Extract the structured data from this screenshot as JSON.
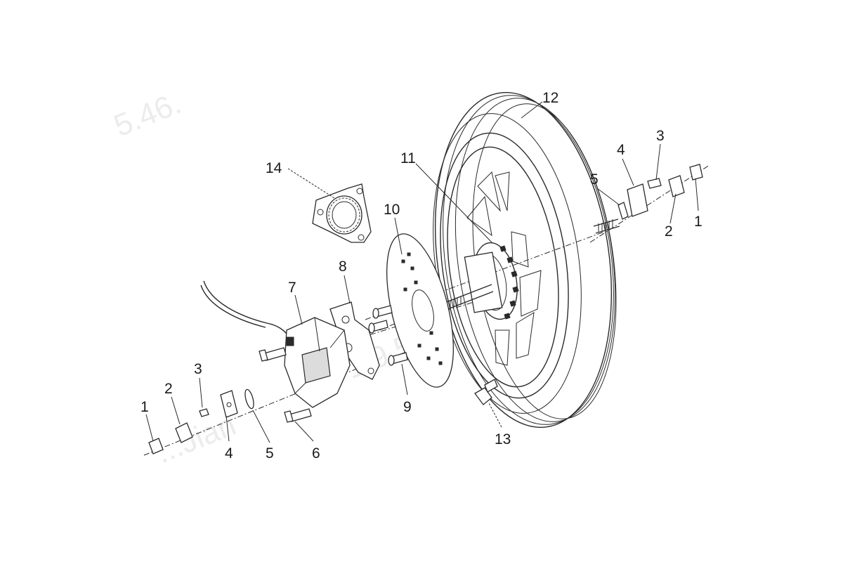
{
  "figure": {
    "callouts": [
      {
        "id": "c1_left",
        "label": "1"
      },
      {
        "id": "c2_left",
        "label": "2"
      },
      {
        "id": "c3_left",
        "label": "3"
      },
      {
        "id": "c4_left",
        "label": "4"
      },
      {
        "id": "c5_left",
        "label": "5"
      },
      {
        "id": "c6",
        "label": "6"
      },
      {
        "id": "c7",
        "label": "7"
      },
      {
        "id": "c8",
        "label": "8"
      },
      {
        "id": "c9",
        "label": "9"
      },
      {
        "id": "c10",
        "label": "10"
      },
      {
        "id": "c11",
        "label": "11"
      },
      {
        "id": "c12",
        "label": "12"
      },
      {
        "id": "c13",
        "label": "13"
      },
      {
        "id": "c14",
        "label": "14"
      },
      {
        "id": "c1_right",
        "label": "1"
      },
      {
        "id": "c2_right",
        "label": "2"
      },
      {
        "id": "c3_right",
        "label": "3"
      },
      {
        "id": "c4_right",
        "label": "4"
      },
      {
        "id": "c5_right",
        "label": "5"
      }
    ],
    "watermark_texts": [
      "5.46.",
      "1.9.5.4",
      "...Jian"
    ],
    "colors": {
      "line": "#2a2a2a",
      "text": "#1a1a1a",
      "background": "#ffffff",
      "watermark": "#ececec"
    }
  }
}
